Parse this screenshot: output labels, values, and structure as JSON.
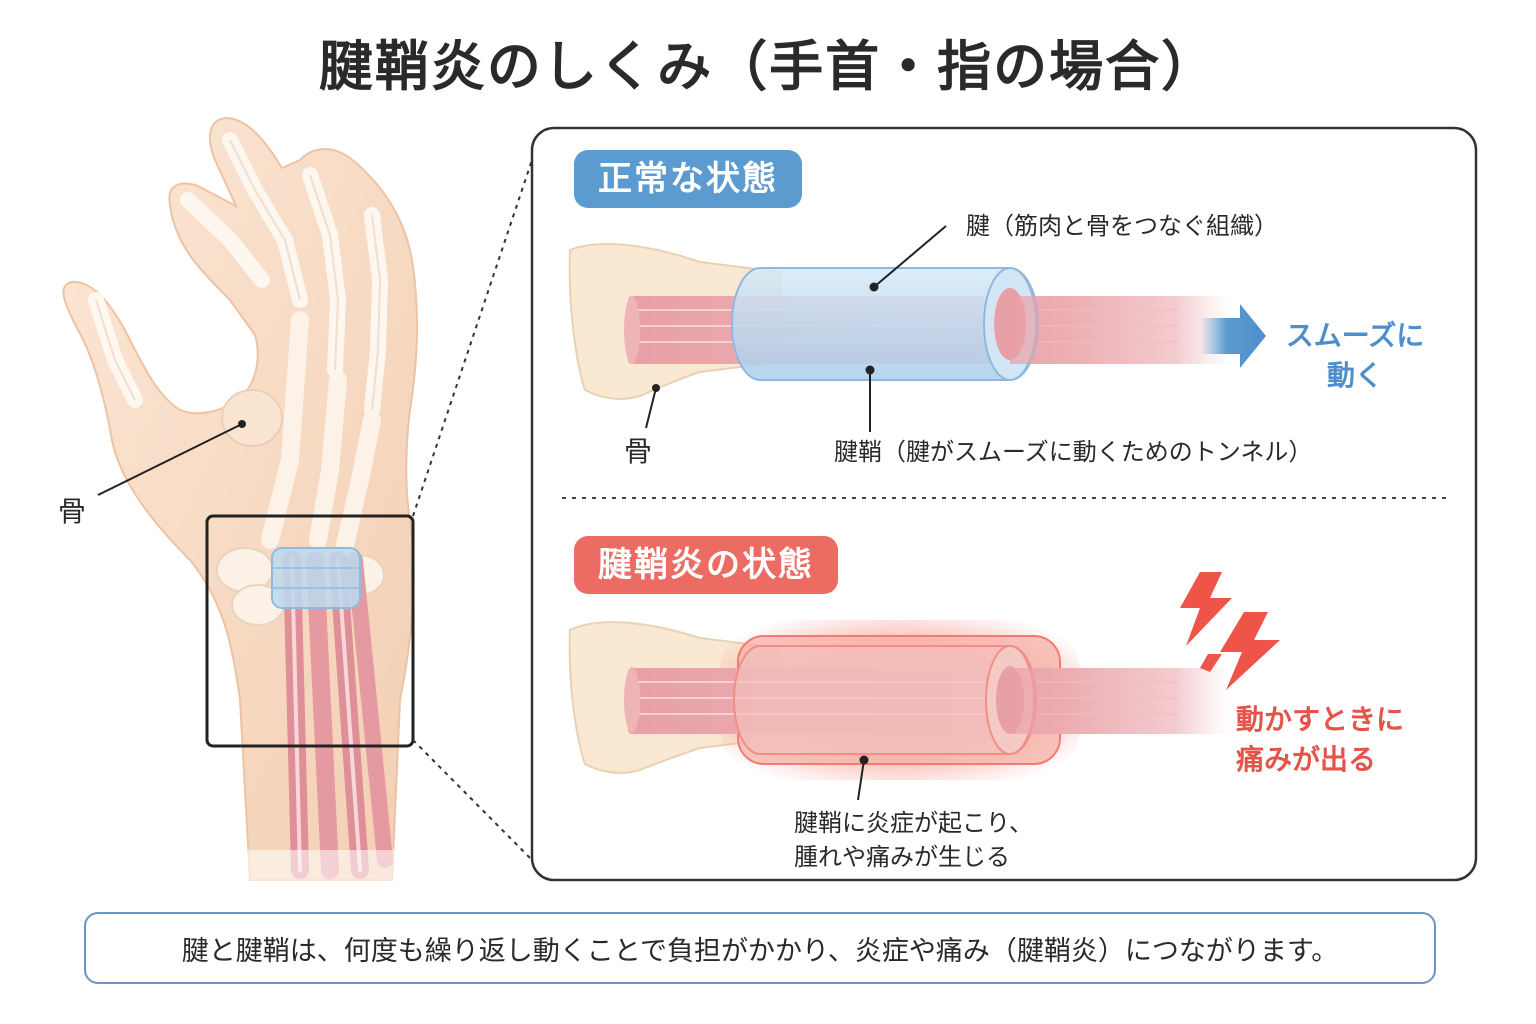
{
  "title": "腱鞘炎のしくみ（手首・指の場合）",
  "hand": {
    "bone_label": "骨"
  },
  "normal": {
    "badge": "正常な状態",
    "tendon_label": "腱（筋肉と骨をつなぐ組織）",
    "bone_label": "骨",
    "sheath_label": "腱鞘（腱がスムーズに動くためのトンネル）",
    "motion_line1": "スムーズに",
    "motion_line2": "動く"
  },
  "inflamed": {
    "badge": "腱鞘炎の状態",
    "sheath_line1": "腱鞘に炎症が起こり、",
    "sheath_line2": "腫れや痛みが生じる",
    "pain_line1": "動かすときに",
    "pain_line2": "痛みが出る"
  },
  "footer": "腱と腱鞘は、何度も繰り返し動くことで負担がかかり、炎症や痛み（腱鞘炎）につながります。",
  "colors": {
    "normal_accent": "#5b9bd0",
    "inflamed_accent": "#ec6b62",
    "panel_border": "#333333",
    "skin": "#f7dcc4",
    "tendon": "#eaa3a9",
    "sheath": "#bcd9f0"
  }
}
